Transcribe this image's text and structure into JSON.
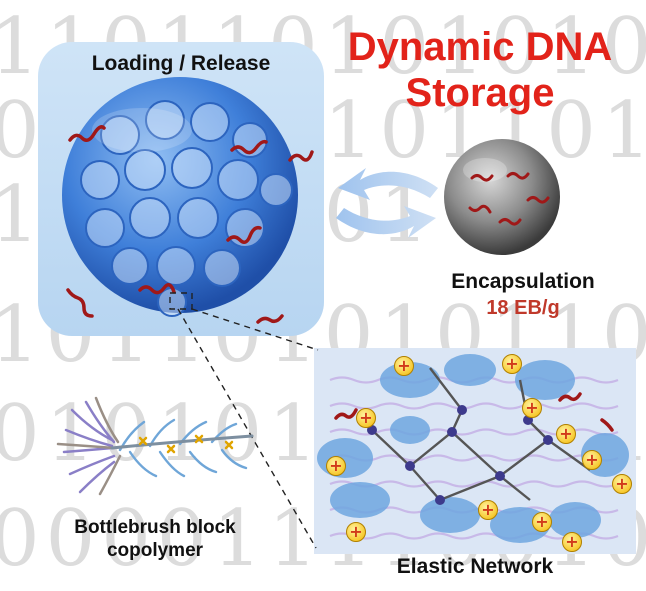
{
  "title": "Dynamic DNA Storage",
  "loading_label": "Loading / Release",
  "encapsulation_label": "Encapsulation",
  "capacity": "18 EB/g",
  "bottlebrush_label": "Bottlebrush block copolymer",
  "network_label": "Elastic Network",
  "background_binary": [
    "1101101010101",
    "011101101101101",
    "11011101",
    "1011010101101",
    "01010100110101",
    "0000111100101"
  ],
  "charge_symbol": "+",
  "colors": {
    "title": "#e2231a",
    "capacity": "#c0392b",
    "sphere_blue": "#3f7fd9",
    "dna": "#a01818",
    "charge": "#f5c400"
  }
}
